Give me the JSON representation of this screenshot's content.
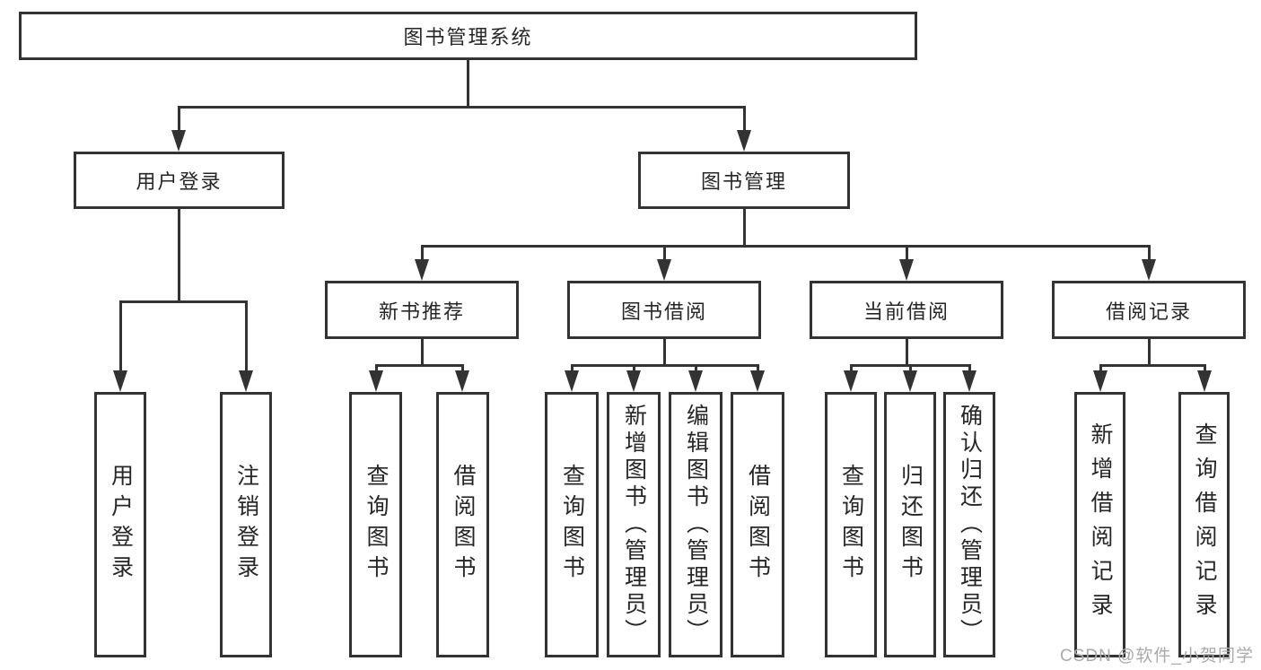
{
  "diagram": {
    "title": "图书管理系统",
    "level1": [
      {
        "label": "用户登录"
      },
      {
        "label": "图书管理"
      }
    ],
    "level2": [
      {
        "label": "新书推荐"
      },
      {
        "label": "图书借阅"
      },
      {
        "label": "当前借阅"
      },
      {
        "label": "借阅记录"
      }
    ],
    "leaves": {
      "user_login": [
        "用户登录",
        "注销登录"
      ],
      "new_books": [
        "查询图书",
        "借阅图书"
      ],
      "borrowing": [
        "查询图书",
        "新增图书（管理员）",
        "编辑图书（管理员）",
        "借阅图书"
      ],
      "current": [
        "查询图书",
        "归还图书",
        "确认归还（管理员）"
      ],
      "records": [
        "新增借阅记录",
        "查询借阅记录"
      ]
    },
    "colors": {
      "line": "#333333",
      "text": "#262626",
      "background": "#ffffff",
      "watermark": "#aaaaaa"
    }
  },
  "watermark": {
    "text": "CSDN @软件_小贺同学"
  }
}
